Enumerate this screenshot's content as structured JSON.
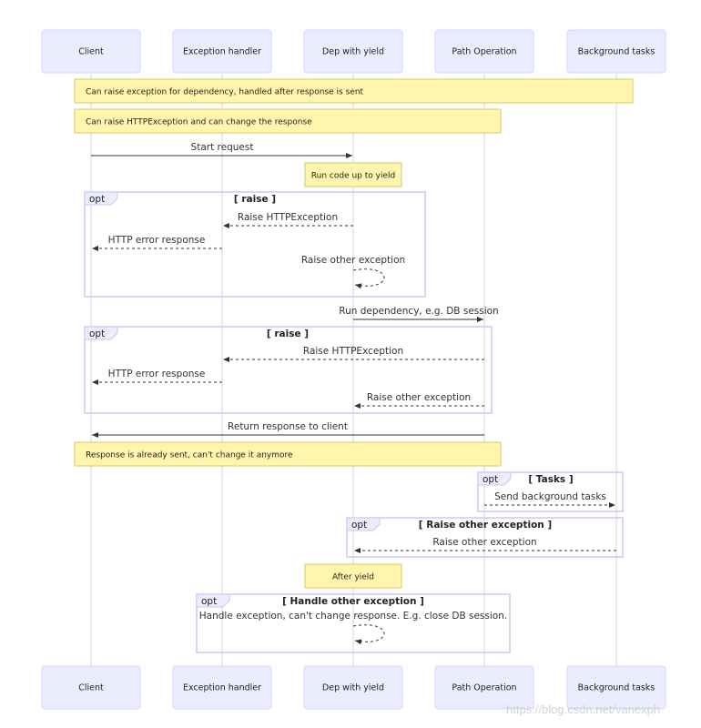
{
  "actors": [
    "Client",
    "Exception handler",
    "Dep with yield",
    "Path Operation",
    "Background tasks"
  ],
  "notes": [
    {
      "text": "Can raise exception for dependency, handled after response is sent",
      "over": [
        0,
        4
      ]
    },
    {
      "text": "Can raise HTTPException and can change the response",
      "over": [
        0,
        3
      ]
    },
    {
      "text": "Run code up to yield",
      "over": [
        2,
        2
      ]
    },
    {
      "text": "Response is already sent, can't change it anymore",
      "over": [
        0,
        3
      ]
    },
    {
      "text": "After yield",
      "over": [
        2,
        2
      ]
    }
  ],
  "messages": [
    {
      "text": "Start request",
      "from": 0,
      "to": 2,
      "style": "solid"
    },
    {
      "text": "Raise HTTPException",
      "from": 2,
      "to": 1,
      "style": "dashed"
    },
    {
      "text": "HTTP error response",
      "from": 1,
      "to": 0,
      "style": "dashed"
    },
    {
      "text": "Raise other exception",
      "from": 2,
      "to": 2,
      "style": "dashed"
    },
    {
      "text": "Run dependency, e.g. DB session",
      "from": 2,
      "to": 3,
      "style": "solid"
    },
    {
      "text": "Raise HTTPException",
      "from": 3,
      "to": 1,
      "style": "dashed"
    },
    {
      "text": "HTTP error response",
      "from": 1,
      "to": 0,
      "style": "dashed"
    },
    {
      "text": "Raise other exception",
      "from": 3,
      "to": 2,
      "style": "dashed"
    },
    {
      "text": "Return response to client",
      "from": 3,
      "to": 0,
      "style": "solid"
    },
    {
      "text": "Send background tasks",
      "from": 3,
      "to": 4,
      "style": "dashed"
    },
    {
      "text": "Raise other exception",
      "from": 4,
      "to": 2,
      "style": "dashed"
    },
    {
      "text": "Handle exception, can't change response. E.g. close DB session.",
      "from": 2,
      "to": 2,
      "style": "dashed"
    }
  ],
  "blocks": [
    {
      "type": "opt",
      "condition": "[ raise ]"
    },
    {
      "type": "opt",
      "condition": "[ raise ]"
    },
    {
      "type": "opt",
      "condition": "[ Tasks ]"
    },
    {
      "type": "opt",
      "condition": "[ Raise other exception ]"
    },
    {
      "type": "opt",
      "condition": "[ Handle other exception ]"
    }
  ],
  "watermark": "https://blog.csdn.net/vanexph",
  "colors": {
    "actor_fill": "#ececff",
    "note_fill": "#fff5ad",
    "loop_stroke": "#c9c9f3"
  }
}
